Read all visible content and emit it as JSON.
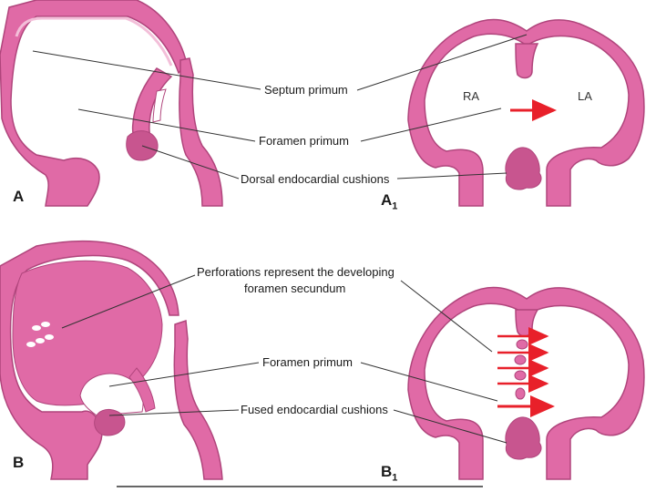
{
  "labels": {
    "septum_primum": "Septum primum",
    "foramen_primum_a": "Foramen primum",
    "dorsal_cushions": "Dorsal endocardial cushions",
    "perforations_line1": "Perforations represent the developing",
    "perforations_line2": "foramen secundum",
    "foramen_primum_b": "Foramen primum",
    "fused_cushions": "Fused endocardial cushions"
  },
  "chambers": {
    "right_atrium": "RA",
    "left_atrium": "LA"
  },
  "panels": {
    "a": "A",
    "a1_letter": "A",
    "a1_sub": "1",
    "b": "B",
    "b1_letter": "B",
    "b1_sub": "1"
  },
  "colors": {
    "tissue": "#e06aa6",
    "tissue_dark": "#c8558f",
    "tissue_light": "#f3bfd9",
    "lumen": "#ffffff",
    "outline": "#b0457c",
    "arrow": "#e8202a",
    "leader": "#333333"
  }
}
